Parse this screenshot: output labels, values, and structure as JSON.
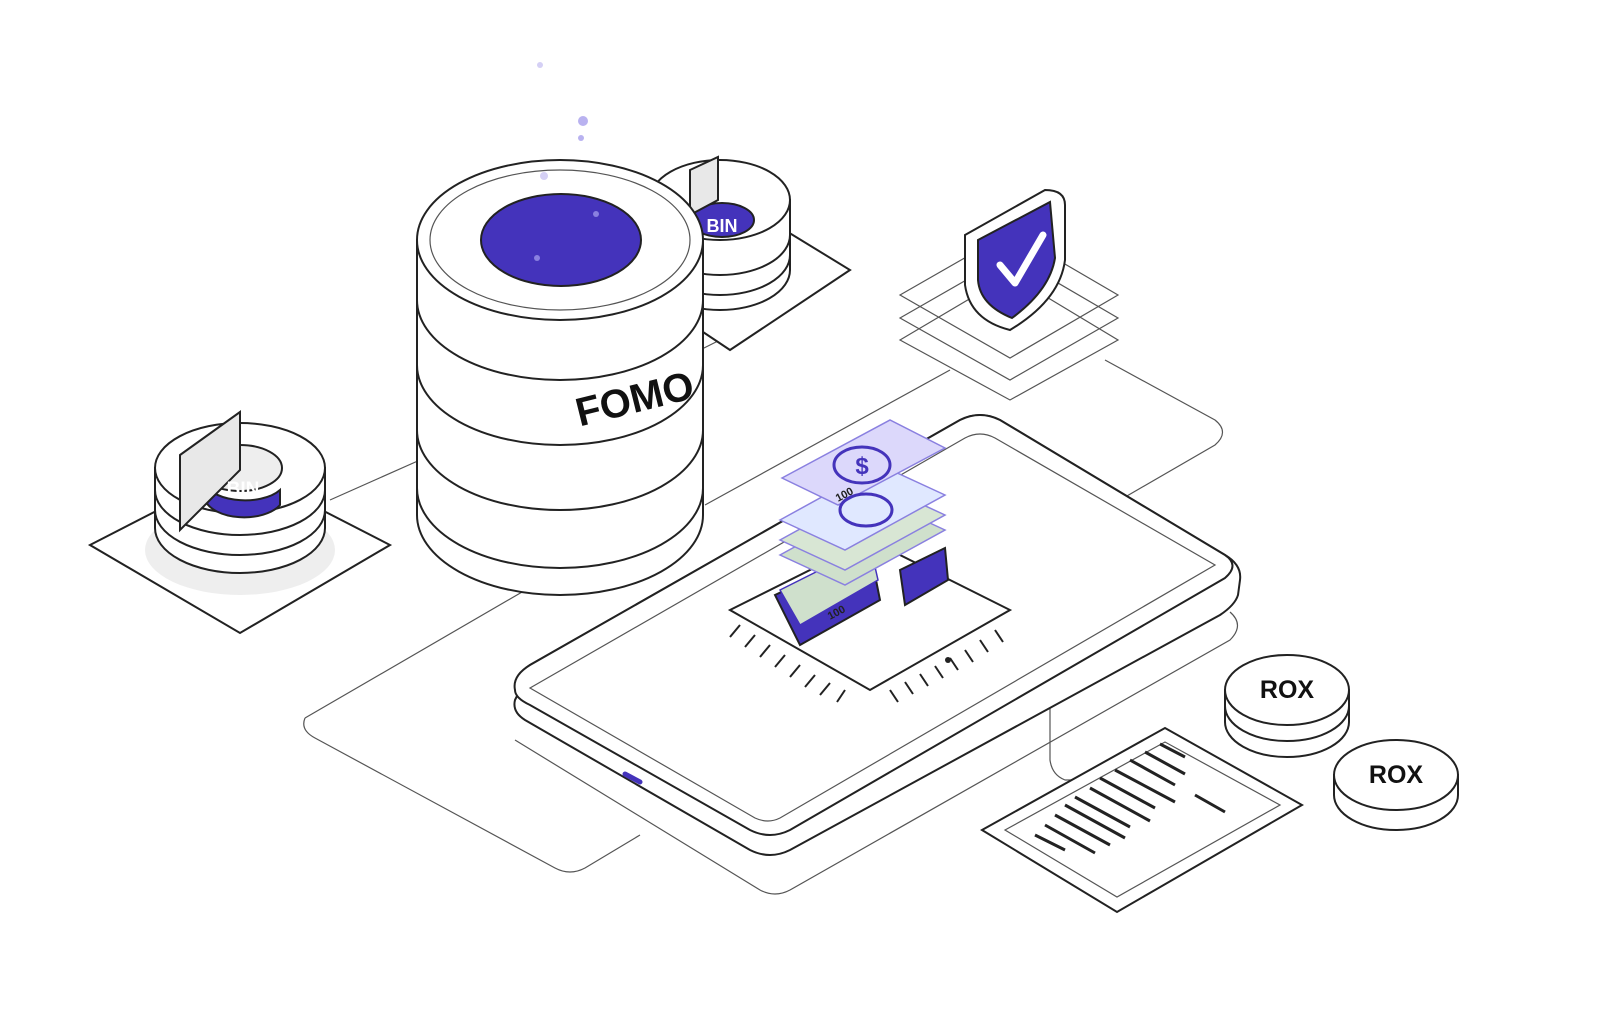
{
  "database": {
    "label": "FOMO"
  },
  "donut_charts": [
    {
      "label": "BIN"
    },
    {
      "label": "BIN"
    }
  ],
  "coins": [
    {
      "label": "ROX"
    },
    {
      "label": "ROX"
    }
  ],
  "banknotes": {
    "denomination": "100",
    "symbol": "$"
  },
  "colors": {
    "accent": "#4433bb",
    "accent_light": "#b9b2f0",
    "note_green": "#cfe0cc",
    "stroke": "#222222"
  }
}
